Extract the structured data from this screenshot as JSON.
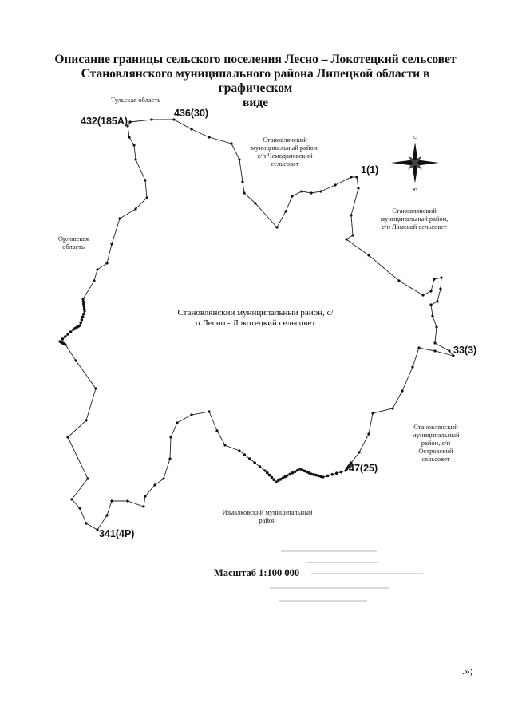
{
  "title": {
    "line1": "Описание границы сельского поселения Лесно – Локотецкий сельсовет",
    "line2": "Становлянского муниципального района Липецкой области в графическом",
    "line3": "виде"
  },
  "regions": {
    "tula": "Тульская область",
    "orel": "Орловская область",
    "chemodanovsky": "Становлянский муниципальный район, с/п Чемодановский сельсовет",
    "lamskoy": "Становлянский муниципальный район, с/п Ламской сельсовет",
    "ostrovsky": "Становлянский муниципальный район, с/п Островский сельсовет",
    "izmalkovsky": "Измалковский муниципальный район",
    "center": "Становлянский муниципальный район, с/п Лесно - Локотецкий сельсовет"
  },
  "points": {
    "p1": "1(1)",
    "p33": "33(3)",
    "p47": "47(25)",
    "p341": "341(4Р)",
    "p432": "432(185А)",
    "p436": "436(30)"
  },
  "compass": {
    "n": "С",
    "s": "Ю"
  },
  "scale": "Масштаб 1:100 000",
  "tail": ".»;"
}
